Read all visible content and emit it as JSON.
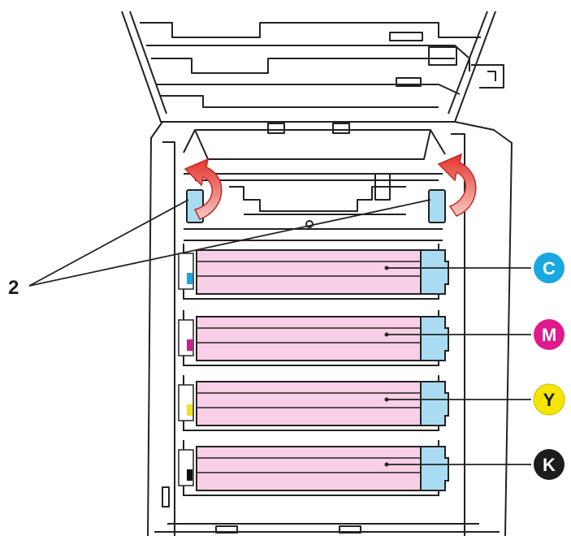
{
  "diagram": {
    "callout": {
      "number": "2"
    },
    "cartridges": [
      {
        "key": "cyan",
        "label": "C",
        "color": "#1aa7e0",
        "text_color": "#ffffff",
        "stripe_color": "#1aa7e0"
      },
      {
        "key": "magenta",
        "label": "M",
        "color": "#e0198c",
        "text_color": "#ffffff",
        "stripe_color": "#d11b8f"
      },
      {
        "key": "yellow",
        "label": "Y",
        "color": "#f5e600",
        "text_color": "#1a1a1a",
        "stripe_color": "#f2e21c"
      },
      {
        "key": "black",
        "label": "K",
        "color": "#1c1c1c",
        "text_color": "#ffffff",
        "stripe_color": "#111111"
      }
    ],
    "colors": {
      "cartridge_body": "#f8cfe6",
      "cartridge_end": "#a9dcf2",
      "arrow": "#e3342c",
      "outline": "#222222"
    }
  }
}
